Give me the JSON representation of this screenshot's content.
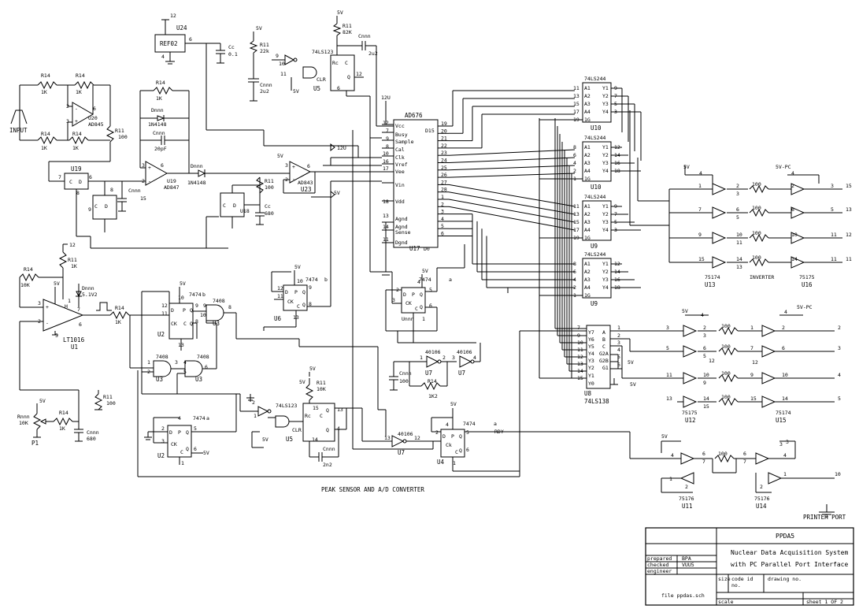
{
  "schematic": {
    "caption": "PEAK SENSOR AND A/D CONVERTER",
    "printer_port_label": "PRINTER PORT",
    "input_label": "INPUT",
    "inverter_label": "INVERTER",
    "rdy_label": "RDY"
  },
  "title_block": {
    "project": "PPDA5",
    "title_line1": "Nuclear Data Acquisition System",
    "title_line2": "with PC Parallel Port Interface",
    "prepared_label": "prepared",
    "prepared_value": "BPA",
    "checked_label": "checked",
    "checked_value": "VUU5",
    "engineer_label": "engineer",
    "size_label": "size",
    "code_id_label": "code id no.",
    "drawing_no_label": "drawing no.",
    "file_label": "file ppdas.sch",
    "scale_label": "scale",
    "sheet_label": "sheet 1 OF 2"
  },
  "components": {
    "ref02": "REF02",
    "u24": "U24",
    "v12_top": "12",
    "cc": "Cc",
    "cc_val": "0.1",
    "pin2": "2",
    "pin4": "4",
    "pin6": "6",
    "r11_top": "R11",
    "r11_top_val": "22k",
    "r11_b": "R11",
    "r11_b_val": "82K",
    "cnnn_top": "Cnnn",
    "cnnn_top_val": "2u2",
    "ls123_top": "74LS123",
    "u5_top": "U5",
    "rc": "Rc",
    "c_pin": "C",
    "q_pin": "Q",
    "clr": "CLR",
    "v5": "5V",
    "u20": "U20",
    "ad845": "AD845",
    "r14": "R14",
    "r14_val": "1K",
    "r11_100": "R11",
    "v100": "100",
    "u19": "U19",
    "ad847": "AD847",
    "dnnn": "Dnnn",
    "in4148": "1N4148",
    "cnnn": "Cnnn",
    "v20pf": "20pF",
    "u18": "U18",
    "c_15": "15",
    "c_680": "680",
    "u23": "U23",
    "ad843": "AD843",
    "ad676": "AD676",
    "d15": "D15",
    "u17": "U17",
    "d0": "D0",
    "vcc": "Vcc",
    "busy": "Busy",
    "sample": "Sample",
    "cal": "Cal",
    "clk": "Clk",
    "vref": "Vref",
    "vee": "Vee",
    "vin": "Vin",
    "vdd": "Vdd",
    "agnd": "Agnd",
    "agnd_sense": "Agnd Sense",
    "dgnd": "Dgnd",
    "v12u": "12U",
    "ls244": "74LS244",
    "u10": "U10",
    "u9": "U9",
    "lt1016": "LT1016",
    "u1": "U1",
    "r14_10k": "R14",
    "v10k": "10K",
    "dnnn_5v1": "Dnnn",
    "v5v1": "5.1V2",
    "p1": "P1",
    "rnnn": "Rnnn",
    "cnnn_680": "Cnnn",
    "v680": "680",
    "ic7474": "7474",
    "u2": "U2",
    "u6": "U6",
    "u4": "U4",
    "ic7408": "7408",
    "u3": "U3",
    "ic40106": "40106",
    "u7": "U7",
    "r14_1k2": "R14",
    "v1k2": "1K2",
    "cnnn_100": "Cnnn",
    "ls123": "74LS123",
    "u5": "U5",
    "cnnn_2n2": "Cnnn",
    "v2n2": "2n2",
    "ls138": "74LS138",
    "u8": "U8",
    "ic75174": "75174",
    "ic75175": "75175",
    "ic75176": "75176",
    "u13": "U13",
    "u16": "U16",
    "u12": "U12",
    "u15": "U15",
    "u11": "U11",
    "u14": "U14",
    "v5vpc": "5V-PC"
  }
}
